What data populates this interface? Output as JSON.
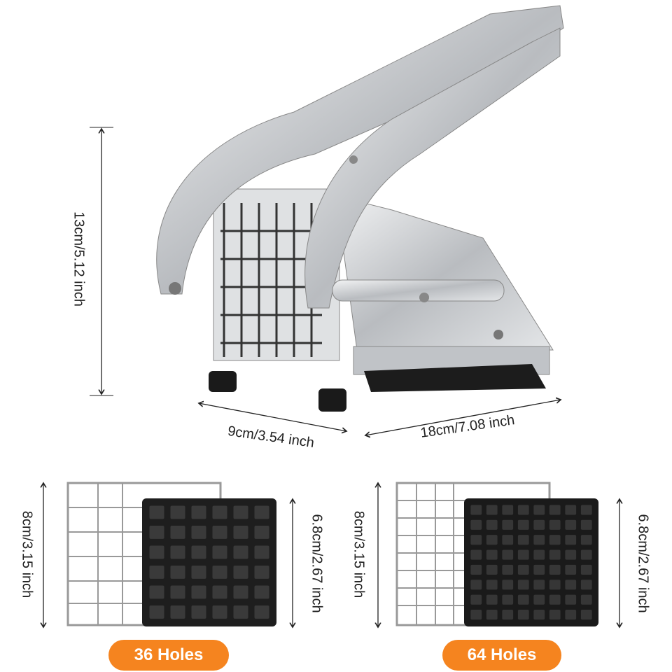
{
  "dimensions": {
    "height": "13cm/5.12 inch",
    "width": "9cm/3.54 inch",
    "length": "18cm/7.08 inch"
  },
  "blades": [
    {
      "frame_size": "8cm/3.15 inch",
      "block_size": "6.8cm/2.67 inch",
      "label": "36 Holes",
      "grid": 6
    },
    {
      "frame_size": "8cm/3.15 inch",
      "block_size": "6.8cm/2.67 inch",
      "label": "64 Holes",
      "grid": 8
    }
  ],
  "colors": {
    "badge": "#f5841f",
    "steel": "#c9ccd0",
    "blade_block": "#1e1e1e"
  }
}
